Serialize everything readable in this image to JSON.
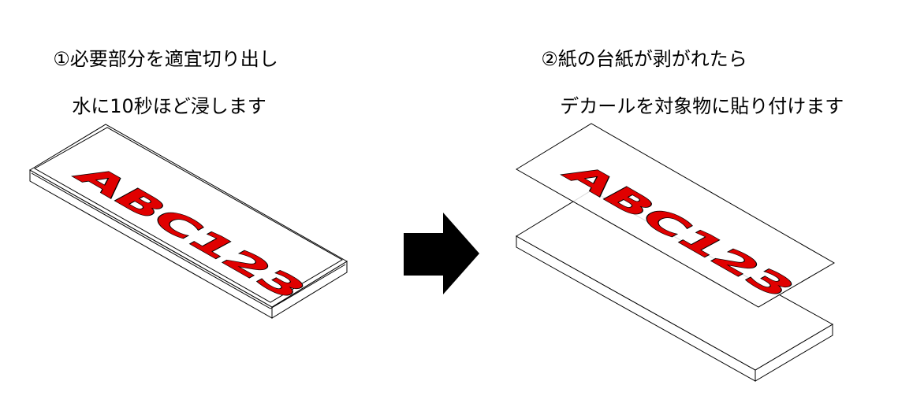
{
  "steps": [
    {
      "line1": "①必要部分を適宜切り出し",
      "line2": "　水に10秒ほど浸します"
    },
    {
      "line1": "②紙の台紙が剥がれたら",
      "line2": "　デカールを対象物に貼り付けます"
    }
  ],
  "decal": {
    "text": "ABC123",
    "text_color": "#e00000",
    "outline_color": "#000000"
  },
  "arrow_icon": "right-arrow-icon"
}
